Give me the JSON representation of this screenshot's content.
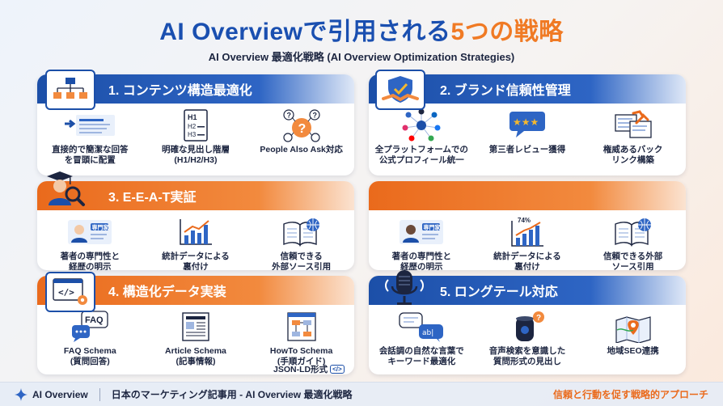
{
  "header": {
    "title_part1": "AI Overviewで引用される",
    "title_part2": "5つの戦略",
    "subtitle": "AI Overview 最適化戦略 (AI Overview Optimization Strategies)"
  },
  "cards": [
    {
      "title": "1. コンテンツ構造最適化",
      "items": [
        {
          "label": "直接的で簡潔な回答\nを冒頭に配置",
          "icon": "answer-lines-icon"
        },
        {
          "label": "明確な見出し階層\n(H1/H2/H3)",
          "icon": "heading-hierarchy-icon",
          "icon_text": [
            "H1",
            "H2",
            "H3"
          ]
        },
        {
          "label": "People Also Ask対応",
          "icon": "question-bubbles-icon"
        }
      ]
    },
    {
      "title": "2. ブランド信頼性管理",
      "items": [
        {
          "label": "全プラットフォームでの\n公式プロフィール統一",
          "icon": "social-network-icon"
        },
        {
          "label": "第三者レビュー獲得",
          "icon": "star-review-icon"
        },
        {
          "label": "権威あるバック\nリンク構築",
          "icon": "backlink-chain-icon"
        }
      ]
    },
    {
      "title": "3. E-E-A-T実証",
      "items": [
        {
          "label": "著者の専門性と\n経歴の明示",
          "icon": "expert-profile-icon",
          "icon_text": "専門家"
        },
        {
          "label": "統計データによる\n裏付け",
          "icon": "bar-chart-icon"
        },
        {
          "label": "信頼できる\n外部ソース引用",
          "icon": "book-globe-icon"
        }
      ]
    },
    {
      "title": "",
      "items": [
        {
          "label": "著者の専門性と\n経歴の明示",
          "icon": "expert-profile-icon",
          "icon_text": "専門家"
        },
        {
          "label": "統計データによる\n裏付け",
          "icon": "growth-chart-icon",
          "icon_text": "74%"
        },
        {
          "label": "信頼できる外部\nソース引用",
          "icon": "book-globe-icon"
        }
      ]
    },
    {
      "title": "4. 構造化データ実装",
      "items": [
        {
          "label": "FAQ Schema\n(質問回答)",
          "icon": "faq-bubble-icon",
          "icon_text": "FAQ"
        },
        {
          "label": "Article Schema\n(記事情報)",
          "icon": "article-icon"
        },
        {
          "label": "HowTo Schema\n(手順ガイド)",
          "icon": "flowchart-icon"
        }
      ]
    },
    {
      "title": "5. ロングテール対応",
      "items": [
        {
          "label": "会話調の自然な言葉で\nキーワード最適化",
          "icon": "chat-bubbles-icon"
        },
        {
          "label": "音声検索を意識した\n質問形式の見出し",
          "icon": "smart-speaker-icon"
        },
        {
          "label": "地域SEO連携",
          "icon": "map-pin-icon"
        }
      ]
    }
  ],
  "jsonld": {
    "label": "JSON-LD形式",
    "tag": "</>"
  },
  "footer": {
    "brand": "AI Overview",
    "description": "日本のマーケティング記事用 - AI Overview 最適化戦略",
    "tagline": "信頼と行動を促す戦略的アプローチ"
  },
  "colors": {
    "blue": "#1c4fa8",
    "orange": "#ea6a1c",
    "navy": "#1c2540"
  }
}
